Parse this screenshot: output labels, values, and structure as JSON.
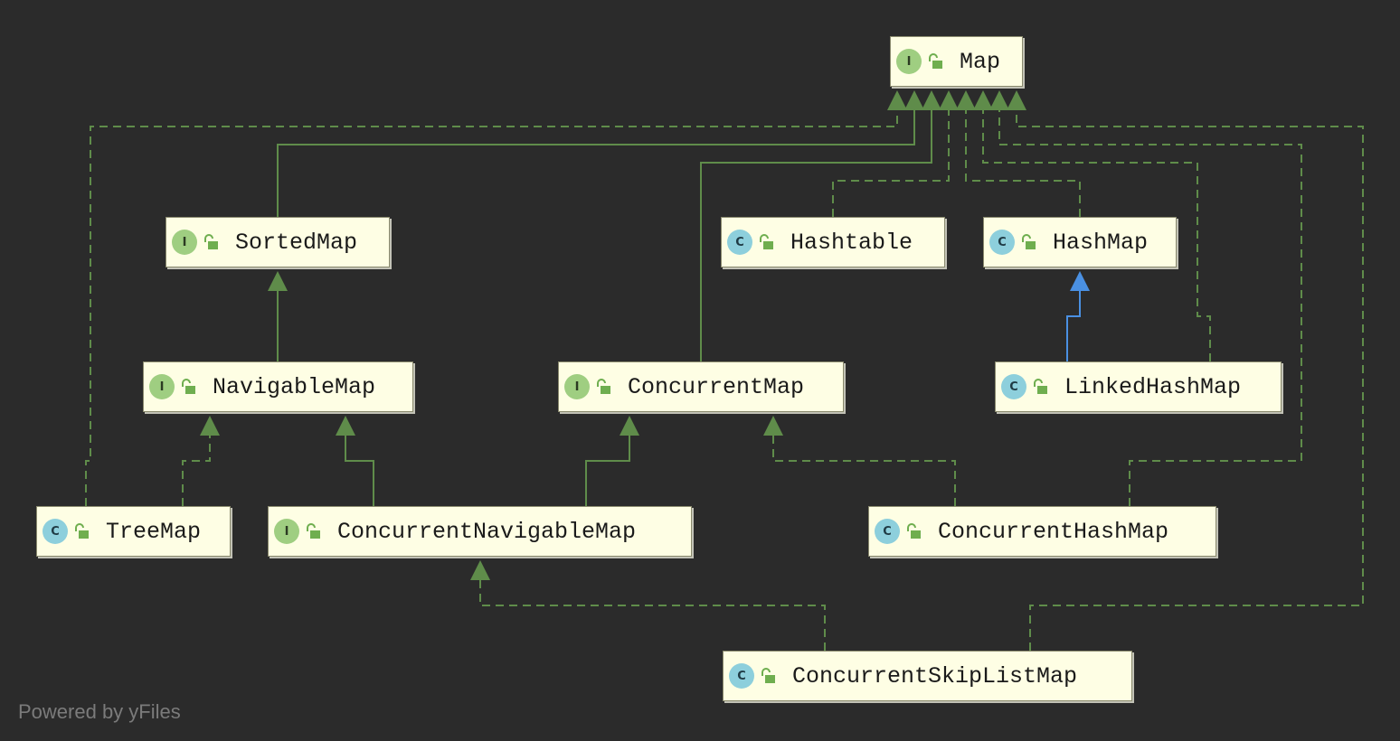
{
  "nodes": {
    "map": {
      "kind": "I",
      "label": "Map"
    },
    "sortedmap": {
      "kind": "I",
      "label": "SortedMap"
    },
    "hashtable": {
      "kind": "C",
      "label": "Hashtable"
    },
    "hashmap": {
      "kind": "C",
      "label": "HashMap"
    },
    "navigablemap": {
      "kind": "I",
      "label": "NavigableMap"
    },
    "concurrentmap": {
      "kind": "I",
      "label": "ConcurrentMap"
    },
    "linkedhashmap": {
      "kind": "C",
      "label": "LinkedHashMap"
    },
    "treemap": {
      "kind": "C",
      "label": "TreeMap"
    },
    "concurrentnavigablemap": {
      "kind": "I",
      "label": "ConcurrentNavigableMap"
    },
    "concurrenthashmap": {
      "kind": "C",
      "label": "ConcurrentHashMap"
    },
    "concurrentskiplistmap": {
      "kind": "C",
      "label": "ConcurrentSkipListMap"
    }
  },
  "edges": [
    {
      "from": "sortedmap",
      "to": "map",
      "type": "extends"
    },
    {
      "from": "concurrentmap",
      "to": "map",
      "type": "extends"
    },
    {
      "from": "treemap",
      "to": "map",
      "type": "implements"
    },
    {
      "from": "hashtable",
      "to": "map",
      "type": "implements"
    },
    {
      "from": "hashmap",
      "to": "map",
      "type": "implements"
    },
    {
      "from": "linkedhashmap",
      "to": "map",
      "type": "implements"
    },
    {
      "from": "concurrenthashmap",
      "to": "map",
      "type": "implements"
    },
    {
      "from": "concurrentskiplistmap",
      "to": "map",
      "type": "implements"
    },
    {
      "from": "navigablemap",
      "to": "sortedmap",
      "type": "extends"
    },
    {
      "from": "linkedhashmap",
      "to": "hashmap",
      "type": "class-extends"
    },
    {
      "from": "treemap",
      "to": "navigablemap",
      "type": "implements"
    },
    {
      "from": "concurrentnavigablemap",
      "to": "navigablemap",
      "type": "extends"
    },
    {
      "from": "concurrentnavigablemap",
      "to": "concurrentmap",
      "type": "extends"
    },
    {
      "from": "concurrenthashmap",
      "to": "concurrentmap",
      "type": "implements"
    },
    {
      "from": "concurrentskiplistmap",
      "to": "concurrentnavigablemap",
      "type": "implements"
    }
  ],
  "colors": {
    "background": "#2b2b2b",
    "node_fill": "#fefee4",
    "edge_green": "#5f8c4a",
    "edge_blue": "#4a90e2",
    "interface_badge": "#9fce81",
    "class_badge": "#8dcfdc"
  },
  "icons": {
    "interface_badge_icon": "interface-badge-icon",
    "class_badge_icon": "class-badge-icon",
    "access_icon": "unlocked-padlock-icon"
  },
  "footer": "Powered by yFiles"
}
